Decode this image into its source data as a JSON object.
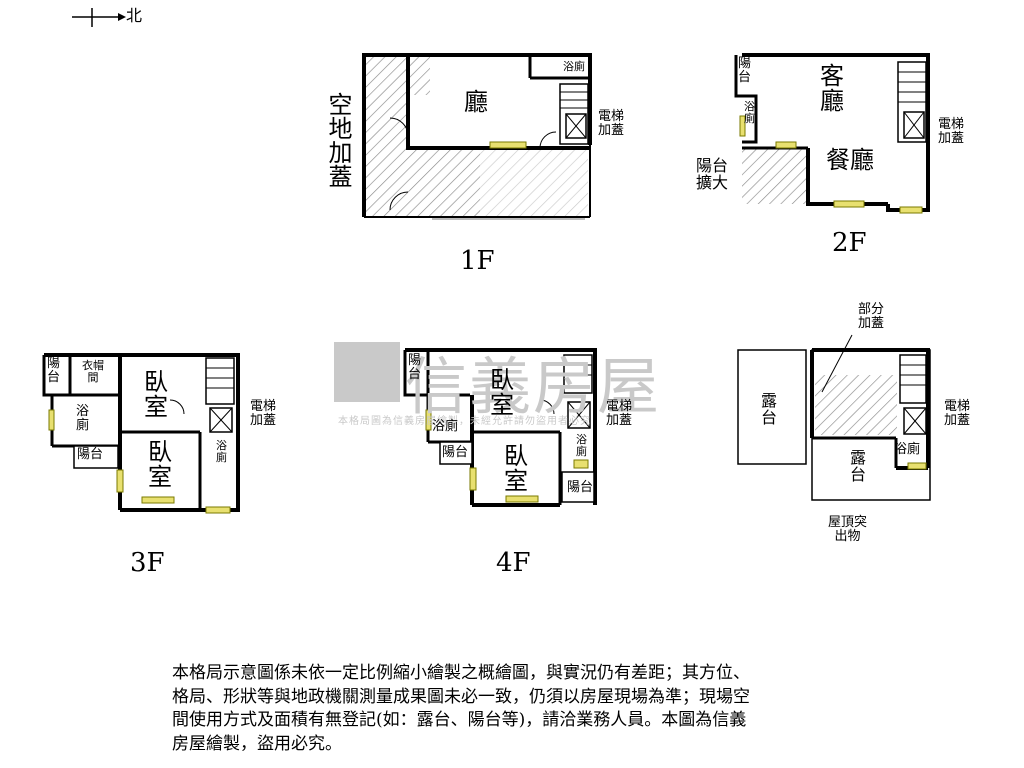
{
  "compass": {
    "label": "北"
  },
  "watermark": {
    "brand": "信義房屋",
    "subtext": "本格局圖為信義房屋繪製，未經允許請勿盜用者必究",
    "color": "#c9c9c9"
  },
  "floors": {
    "f1": {
      "label": "1F",
      "rooms": {
        "living": "廳",
        "bath": "浴廁",
        "elevator": "電梯\n加蓋",
        "open_space": "空地加蓋"
      }
    },
    "f2": {
      "label": "2F",
      "rooms": {
        "living": "客\n廳",
        "dining": "餐廳",
        "balcony_left": "陽\n台",
        "bath": "浴\n廁",
        "balcony_ext": "陽台\n擴大",
        "elevator": "電梯\n加蓋"
      }
    },
    "f3": {
      "label": "3F",
      "rooms": {
        "balcony_top": "陽\n台",
        "closet": "衣帽\n間",
        "bedroom1": "臥\n室",
        "bath1": "浴\n廁",
        "balcony_bottom": "陽台",
        "bedroom2": "臥\n室",
        "bath2": "浴\n廁",
        "elevator": "電梯\n加蓋"
      }
    },
    "f4": {
      "label": "4F",
      "rooms": {
        "balcony_top": "陽\n台",
        "bedroom1": "臥\n室",
        "bath1": "浴廁",
        "balcony_bottom": "陽台",
        "bedroom2": "臥\n室",
        "bath2": "浴\n廁",
        "balcony_right": "陽台",
        "elevator": "電梯\n加蓋"
      }
    },
    "roof": {
      "rooms": {
        "partial": "部分\n加蓋",
        "terrace_left": "露\n台",
        "terrace_bottom": "露\n台",
        "bath": "浴廁",
        "elevator": "電梯\n加蓋",
        "protrusion": "屋頂突\n出物"
      }
    }
  },
  "disclaimer": "本格局示意圖係未依一定比例縮小繪製之概繪圖，與實況仍有差距；其方位、格局、形狀等與地政機關測量成果圖未必一致，仍須以房屋現場為準；現場空間使用方式及面積有無登記(如：露台、陽台等)，請洽業務人員。本圖為信義房屋繪製，盜用必究。",
  "colors": {
    "wall": "#000000",
    "window_fill": "#e8e070",
    "window_stroke": "#7a7a00",
    "hatch": "#8a8a8a"
  }
}
